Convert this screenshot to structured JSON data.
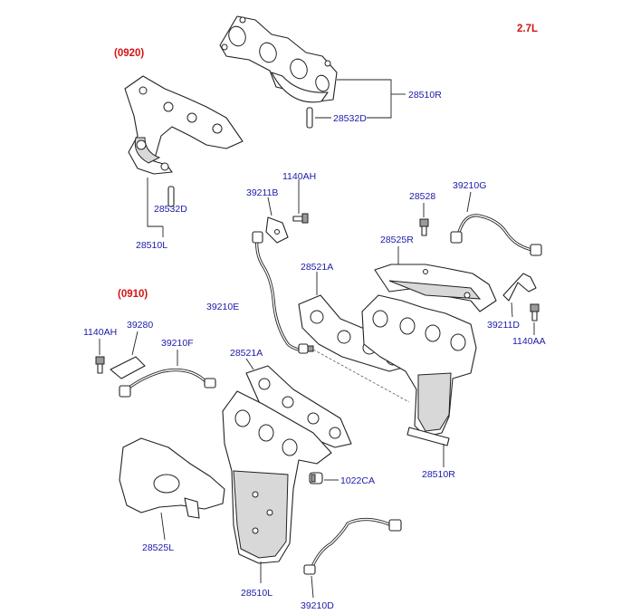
{
  "header": {
    "engine": "2.7L"
  },
  "variants": {
    "upper": "(0920)",
    "lower": "(0910)"
  },
  "labels": {
    "p28510R_top": "28510R",
    "p28532D_top": "28532D",
    "p28532D_left": "28532D",
    "p28510L_top": "28510L",
    "p1140AH_mid": "1140AH",
    "p39211B": "39211B",
    "p28528": "28528",
    "p39210G": "39210G",
    "p28525R": "28525R",
    "p28521A_mid": "28521A",
    "p39210E": "39210E",
    "p39211D": "39211D",
    "p1140AA": "1140AA",
    "p1140AH_left": "1140AH",
    "p39280": "39280",
    "p39210F": "39210F",
    "p28521A_low": "28521A",
    "p1022CA": "1022CA",
    "p28510R_low": "28510R",
    "p28525L": "28525L",
    "p28510L_low": "28510L",
    "p39210D": "39210D"
  }
}
